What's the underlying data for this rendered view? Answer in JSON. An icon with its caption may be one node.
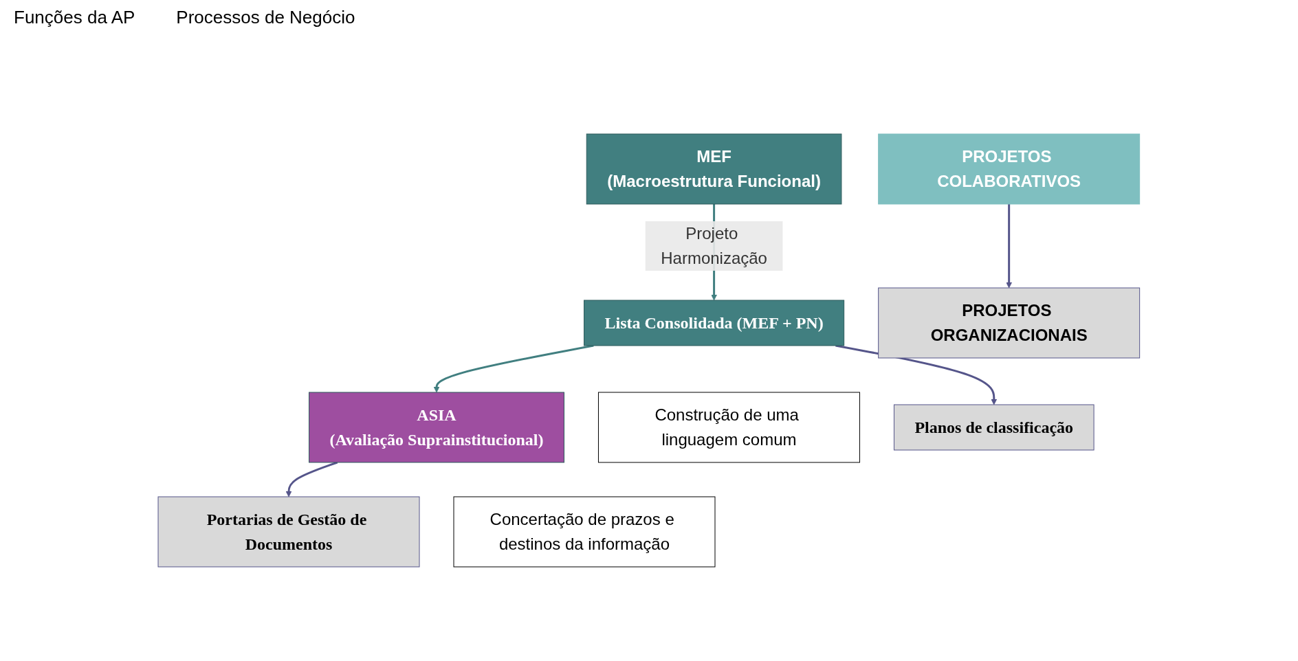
{
  "diagram": {
    "nodes": [
      {
        "text": [
          "PROJETOS COLABORATIVOS"
        ]
      },
      {
        "text": [
          "MEF",
          "(Macroestrutura Funcional)"
        ]
      },
      {
        "text": [
          "Lista Consolidada (MEF + PN)"
        ]
      },
      {
        "text": [
          "ASIA",
          "(Avaliação Suprainstitucional)"
        ]
      },
      {
        "text": [
          "Construção de uma linguagem comum"
        ]
      },
      {
        "text": [
          "Concertação de prazos e destinos da informação"
        ]
      },
      {
        "text": [
          "PROJETOS ORGANIZACIONAIS"
        ]
      },
      {
        "text": [
          "Planos de classificação"
        ]
      },
      {
        "text": [
          "Portarias de Gestão de Documentos"
        ]
      }
    ],
    "edges": [
      {
        "from": 0,
        "to": 6,
        "arrow": "to"
      },
      {
        "from": 1,
        "to": 2,
        "arrow": "to",
        "label": "Projeto Harmonização",
        "color": "#417f80"
      },
      {
        "from": 2,
        "to": 3,
        "arrow": "to",
        "color": "#417f80"
      },
      {
        "from": 2,
        "to": 7,
        "arrow": "to"
      },
      {
        "from": 3,
        "to": 8,
        "arrow": "to"
      }
    ],
    "labels": [
      "Funções da AP",
      "Processos de Negócio"
    ]
  }
}
